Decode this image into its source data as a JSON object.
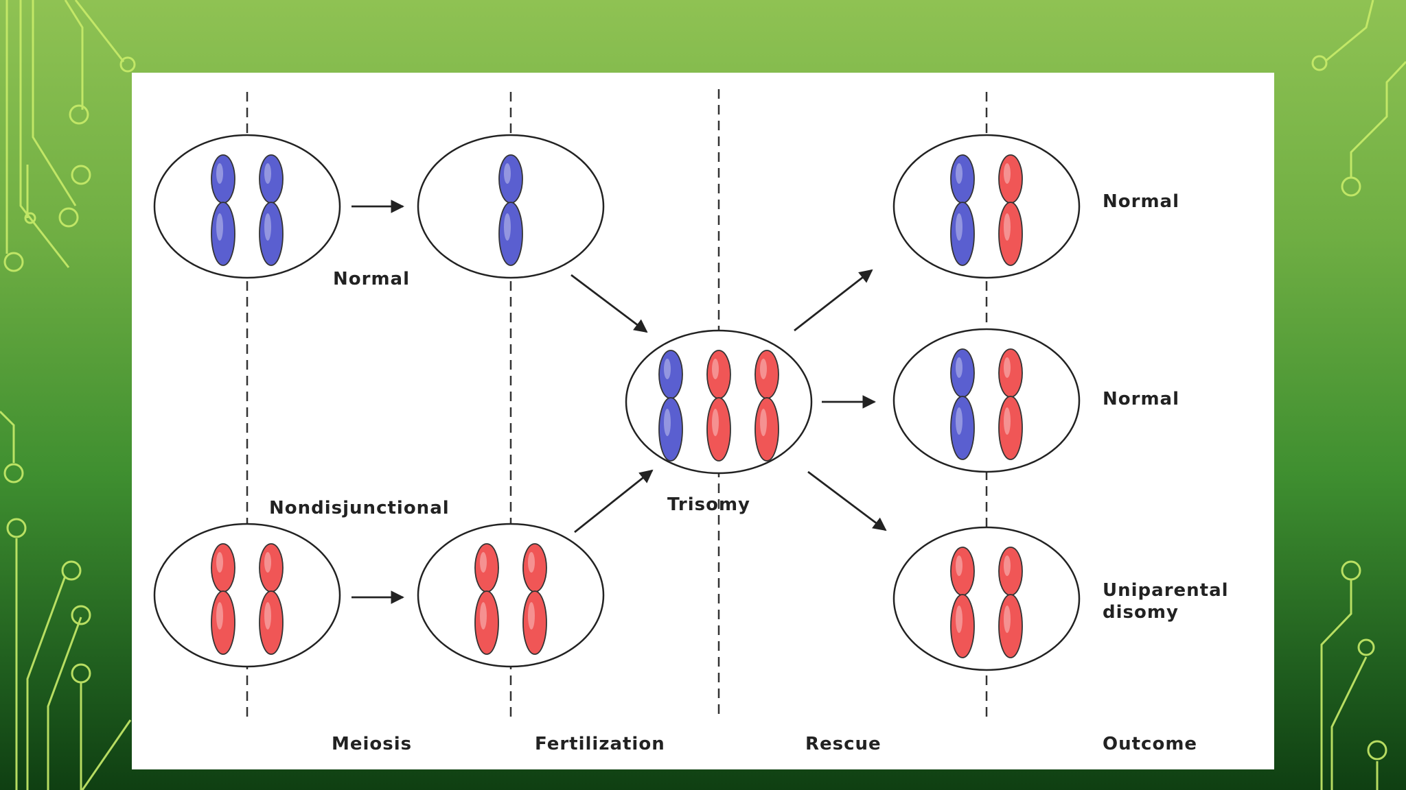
{
  "colors": {
    "paternal": "#5a5fd0",
    "maternal": "#f05656",
    "outline": "#222222",
    "card": "#ffffff"
  },
  "labels": {
    "top_normal": "Normal",
    "nondisjunctional": "Nondisjunctional",
    "trisomy": "Trisomy",
    "outcome_1": "Normal",
    "outcome_2": "Normal",
    "outcome_3_line1": "Uniparental",
    "outcome_3_line2": "disomy"
  },
  "stages": {
    "meiosis": "Meiosis",
    "fertilization": "Fertilization",
    "rescue": "Rescue",
    "outcome": "Outcome"
  },
  "cells": [
    {
      "id": "cell-meiosis-top",
      "chromosomes": [
        "paternal",
        "paternal"
      ]
    },
    {
      "id": "cell-gamete-top",
      "chromosomes": [
        "paternal"
      ]
    },
    {
      "id": "cell-meiosis-bottom",
      "chromosomes": [
        "maternal",
        "maternal"
      ]
    },
    {
      "id": "cell-gamete-bottom",
      "chromosomes": [
        "maternal",
        "maternal"
      ]
    },
    {
      "id": "cell-trisomy",
      "chromosomes": [
        "paternal",
        "maternal",
        "maternal"
      ]
    },
    {
      "id": "cell-outcome-1",
      "chromosomes": [
        "paternal",
        "maternal"
      ]
    },
    {
      "id": "cell-outcome-2",
      "chromosomes": [
        "paternal",
        "maternal"
      ]
    },
    {
      "id": "cell-outcome-3",
      "chromosomes": [
        "maternal",
        "maternal"
      ]
    }
  ]
}
